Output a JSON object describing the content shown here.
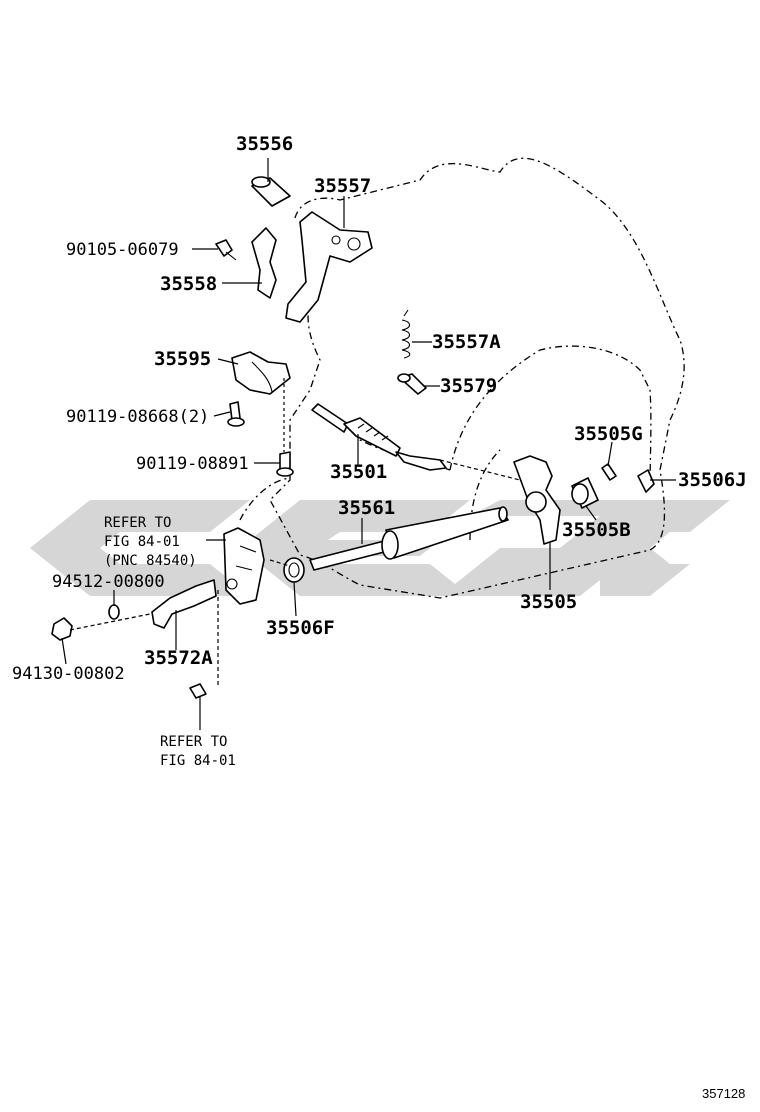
{
  "watermark": {
    "text": "ceac",
    "color": "#cccccc"
  },
  "labels": {
    "p35556": "35556",
    "p35557": "35557",
    "p90105": "90105-06079",
    "p35558": "35558",
    "p35595": "35595",
    "p90119_08668": "90119-08668(2)",
    "p90119_08891": "90119-08891",
    "p35557A": "35557A",
    "p35579": "35579",
    "p35501": "35501",
    "p35561": "35561",
    "p35505G": "35505G",
    "p35506J": "35506J",
    "p35505B": "35505B",
    "p35505": "35505",
    "p35506F": "35506F",
    "p94512": "94512-00800",
    "p35572A": "35572A",
    "p94130": "94130-00802",
    "refer1_line1": "REFER TO",
    "refer1_line2": "FIG 84-01",
    "refer1_line3": "(PNC 84540)",
    "refer2_line1": "REFER TO",
    "refer2_line2": "FIG 84-01"
  },
  "figure_number": "357128"
}
